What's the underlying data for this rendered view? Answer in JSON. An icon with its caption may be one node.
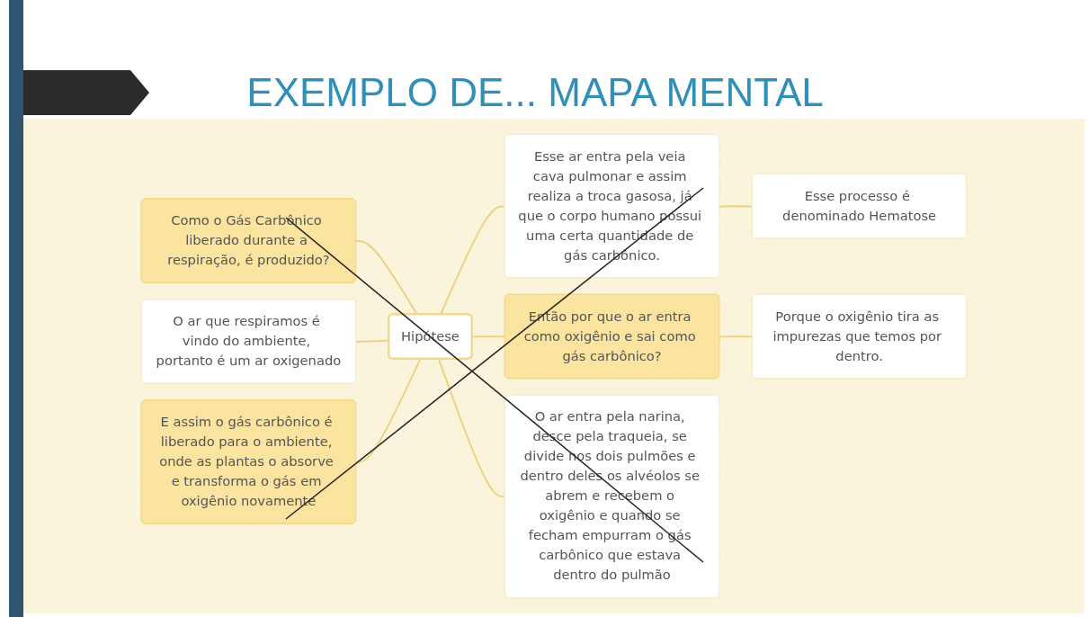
{
  "diagram": {
    "title": "EXEMPLO DE... MAPA MENTAL",
    "nodes": [
      {
        "text": [
          "Como o Gás Carbônico liberado durante a respiração, é produzido?"
        ]
      },
      {
        "text": [
          "O ar que respiramos é vindo do ambiente, portanto é um ar oxigenado"
        ]
      },
      {
        "text": [
          "E assim o gás carbônico é liberado para o ambiente, onde as plantas o absorve e transforma o gás em oxigênio novamente"
        ]
      },
      {
        "text": [
          "Hipótese"
        ]
      },
      {
        "text": [
          "Esse ar entra pela veia cava pulmonar e assim realiza a troca gasosa, já que o corpo humano possui uma certa quantidade de gás carbônico."
        ]
      },
      {
        "text": [
          "Então por que o ar entra como oxigênio e sai como gás carbônico?"
        ]
      },
      {
        "text": [
          "O ar entra pela narina, desce pela traqueia, se divide nos dois pulmões e dentro deles os alvéolos se abrem e recebem o oxigênio e quando se fecham empurram o gás carbônico que estava dentro do pulmão"
        ]
      },
      {
        "text": [
          "Esse processo é denominado Hematose"
        ]
      },
      {
        "text": [
          "Porque o oxigênio tira as impurezas que temos por dentro."
        ]
      }
    ],
    "edges": [
      {
        "from": 0,
        "to": 3,
        "arrow": "none"
      },
      {
        "from": 1,
        "to": 3,
        "arrow": "none"
      },
      {
        "from": 2,
        "to": 3,
        "arrow": "none"
      },
      {
        "from": 3,
        "to": 4,
        "arrow": "none"
      },
      {
        "from": 3,
        "to": 5,
        "arrow": "none"
      },
      {
        "from": 3,
        "to": 6,
        "arrow": "none"
      },
      {
        "from": 4,
        "to": 7,
        "arrow": "none"
      },
      {
        "from": 5,
        "to": 8,
        "arrow": "none"
      }
    ]
  }
}
